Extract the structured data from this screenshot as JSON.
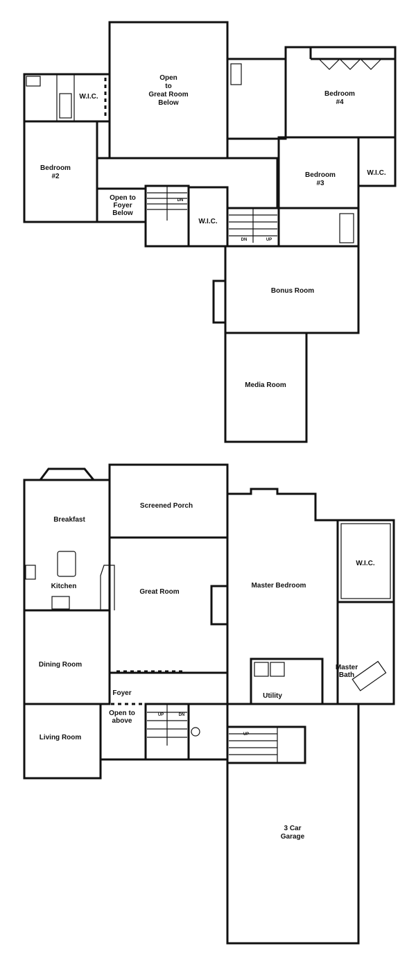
{
  "upper_floor": {
    "open_great_room": [
      "Open",
      "to",
      "Great Room",
      "Below"
    ],
    "wic_left": "W.I.C.",
    "bedroom4": [
      "Bedroom",
      "#4"
    ],
    "bedroom2": [
      "Bedroom",
      "#2"
    ],
    "bedroom3": [
      "Bedroom",
      "#3"
    ],
    "wic_right": "W.I.C.",
    "open_foyer": [
      "Open to",
      "Foyer",
      "Below"
    ],
    "wic_center": "W.I.C.",
    "stair_dn1": "DN",
    "stair_dn2": "DN",
    "stair_up": "UP",
    "bonus_room": "Bonus Room",
    "media_room": "Media Room"
  },
  "main_floor": {
    "breakfast": "Breakfast",
    "screened_porch": "Screened Porch",
    "kitchen": "Kitchen",
    "great_room": "Great Room",
    "master_bedroom": "Master Bedroom",
    "wic": "W.I.C.",
    "dining_room": "Dining Room",
    "foyer": "Foyer",
    "open_above": [
      "Open to",
      "above"
    ],
    "master_bath": [
      "Master",
      "Bath"
    ],
    "utility": "Utility",
    "living_room": "Living Room",
    "stair_up1": "UP",
    "stair_dn": "DN",
    "stair_up2": "UP",
    "garage": [
      "3 Car",
      "Garage"
    ]
  }
}
